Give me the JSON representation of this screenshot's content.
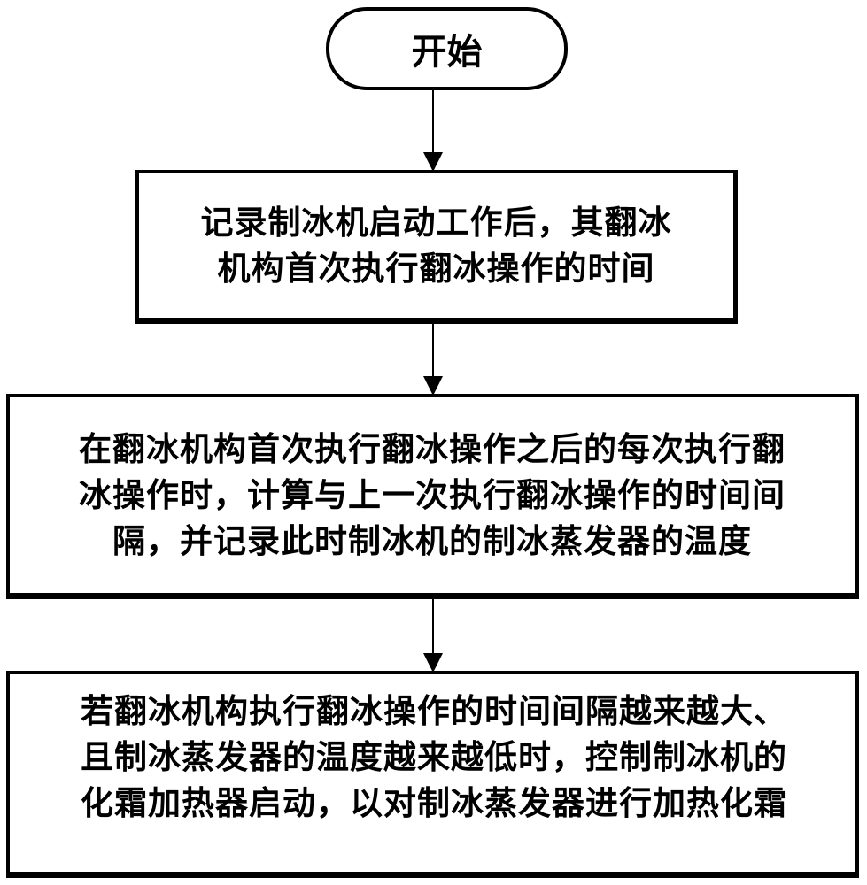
{
  "flowchart": {
    "start": {
      "label": "开始",
      "shape": "rounded-terminal"
    },
    "steps": [
      {
        "id": "step-1",
        "lines": [
          "记录制冰机启动工作后，其翻冰",
          "机构首次执行翻冰操作的时间"
        ]
      },
      {
        "id": "step-2",
        "lines": [
          "在翻冰机构首次执行翻冰操作之后的每次执行翻",
          "冰操作时，计算与上一次执行翻冰操作的时间间",
          "隔，并记录此时制冰机的制冰蒸发器的温度"
        ]
      },
      {
        "id": "step-3",
        "lines": [
          "若翻冰机构执行翻冰操作的时间间隔越来越大、",
          "且制冰蒸发器的温度越来越低时，控制制冰机的",
          "化霜加热器启动，以对制冰蒸发器进行加热化霜"
        ]
      }
    ],
    "connectors": [
      {
        "from": "start",
        "to": "step-1",
        "type": "arrow-down"
      },
      {
        "from": "step-1",
        "to": "step-2",
        "type": "arrow-down"
      },
      {
        "from": "step-2",
        "to": "step-3",
        "type": "arrow-down"
      }
    ],
    "colors": {
      "stroke": "#000000",
      "fill": "#ffffff",
      "text": "#000000"
    }
  }
}
